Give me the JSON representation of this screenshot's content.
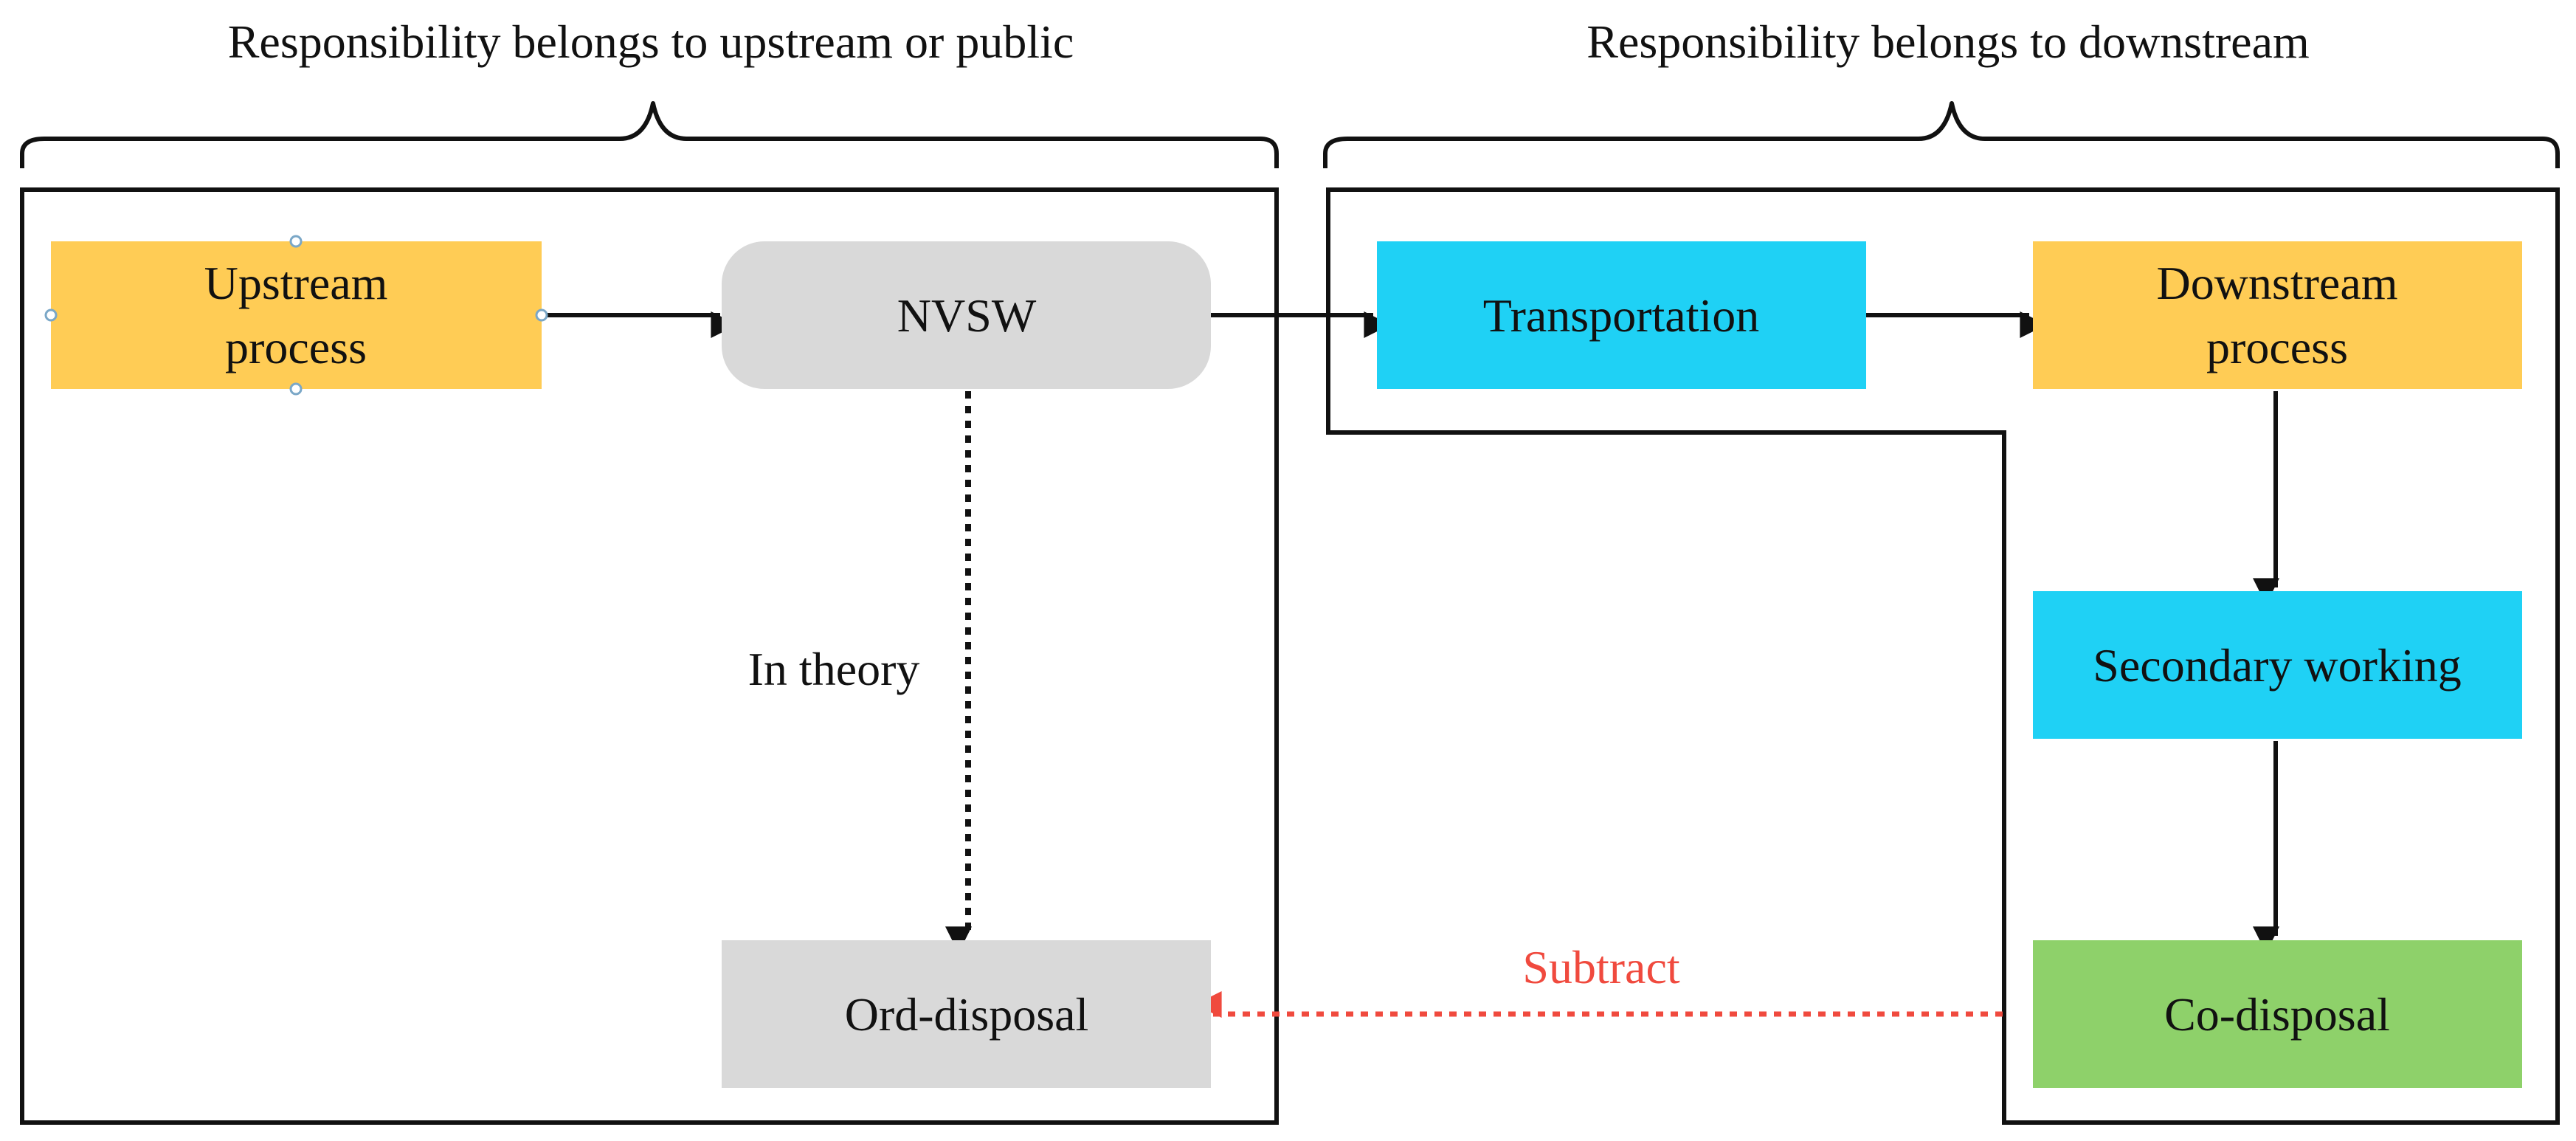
{
  "headings": {
    "left": "Responsibility belongs to upstream or public",
    "right": "Responsibility belongs to downstream"
  },
  "nodes": {
    "upstream": {
      "line1": "Upstream",
      "line2": "process"
    },
    "nvsw": "NVSW",
    "transportation": "Transportation",
    "downstream": {
      "line1": "Downstream",
      "line2": "process"
    },
    "secondary": "Secondary working",
    "ord_disposal": "Ord-disposal",
    "co_disposal": "Co-disposal"
  },
  "edges": {
    "in_theory": "In theory",
    "subtract": "Subtract"
  },
  "colors": {
    "orange": "#FFCC55",
    "gray": "#D9D9D9",
    "cyan": "#1FD1F5",
    "green": "#8ED16A",
    "red": "#F04A3E",
    "line": "#111111"
  }
}
